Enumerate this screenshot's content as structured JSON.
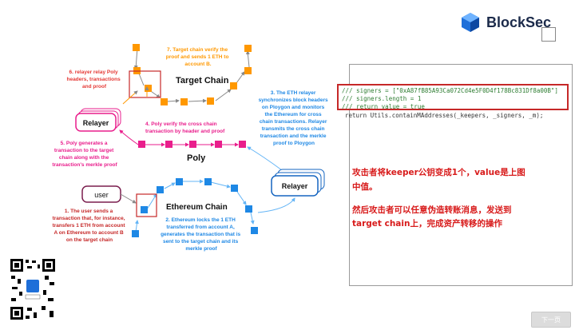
{
  "brand": {
    "name": "BlockSec"
  },
  "diagram": {
    "target_chain_label": "Target Chain",
    "poly_label": "Poly",
    "ethereum_chain_label": "Ethereum Chain",
    "relayer_label_left": "Relayer",
    "relayer_label_right": "Relayer",
    "user_label": "user",
    "step1": [
      "1. The user sends a",
      "transaction that, for instance,",
      "transfers 1 ETH from account",
      "A on Ethereum to account B",
      "on the target chain"
    ],
    "step2": [
      "2. Ethereum locks the 1 ETH",
      "transferred from account A,",
      "generates the transaction that is",
      "sent to the target chain and its",
      "merkle proof"
    ],
    "step3": [
      "3. The ETH relayer",
      "synchronizes block headers",
      "on Ploygon and monitors",
      "the Ethereum for cross",
      "chain transactions. Relayer",
      "transmits the cross chain",
      "transaction and the merkle",
      "proof to Ploygon"
    ],
    "step4": [
      "4. Poly verify the cross chain",
      "transaction by header and proof"
    ],
    "step5": [
      "5. Poly generates a",
      "transaction to the target",
      "chain along with the",
      "transaction's merkle proof"
    ],
    "step6": [
      "6. relayer relay Poly",
      "headers, transactions",
      "and proof"
    ],
    "step7": [
      "7. Target chain verify the",
      "proof and sends 1 ETH to",
      "account B."
    ]
  },
  "code": {
    "line1": "/// signers = [\"0xA87fB85A93Ca072Cd4e5F0D4f178Bc831Df8a00B\"]",
    "line2": "/// signers.length = 1",
    "line3": "/// return value = true",
    "after": "return Utils.containMAddresses(_keepers, _signers, _m);"
  },
  "notes": {
    "line1": "攻击者将keeper公钥变成1个，value是上图",
    "line2": "中值。",
    "line3": "然后攻击者可以任意伪造转账消息，发送到",
    "line4": "target chain上，完成资产转移的操作"
  },
  "controls": {
    "next_label": "下一页"
  },
  "colors": {
    "orange": "#ff9800",
    "pink": "#e91e8c",
    "blue": "#1e88e5",
    "relayer_blue": "#1565c0",
    "user_purple": "#7b1f4f",
    "annotation_red": "#c62828"
  }
}
